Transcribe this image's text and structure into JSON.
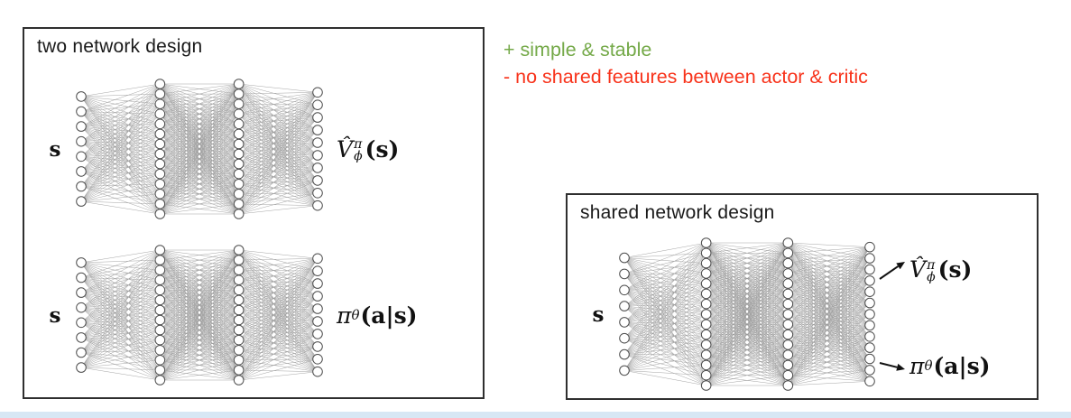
{
  "canvas": {
    "background": "#ffffff",
    "bottom_bar_color": "#d7e7f4"
  },
  "left_panel": {
    "title": "two network design",
    "value_network": {
      "input_label": "s",
      "layers": [
        8,
        14,
        14,
        10
      ],
      "output": {
        "base": "V̂",
        "sup": "π",
        "sub": "ϕ",
        "arg": "(s)"
      }
    },
    "policy_network": {
      "input_label": "s",
      "layers": [
        8,
        14,
        14,
        10
      ],
      "output": {
        "base": "π",
        "sub": "θ",
        "arg": "(a|s)"
      }
    }
  },
  "notes": {
    "pro": {
      "text": "+ simple & stable",
      "color": "#74a948"
    },
    "con": {
      "text": "- no shared features between actor & critic",
      "color": "#f8331b"
    }
  },
  "right_panel": {
    "title": "shared network design",
    "network": {
      "input_label": "s",
      "layers": [
        8,
        15,
        15,
        13
      ]
    },
    "value_output": {
      "base": "V̂",
      "sup": "π",
      "sub": "ϕ",
      "arg": "(s)"
    },
    "policy_output": {
      "base": "π",
      "sub": "θ",
      "arg": "(a|s)"
    }
  },
  "icons": {
    "arrow_to_value": "arrow-up-right",
    "arrow_to_policy": "arrow-right"
  },
  "diagram_style": {
    "edge_color": "#9a9a9a",
    "node_stroke": "#4d4d4d",
    "node_fill": "#ffffff"
  }
}
